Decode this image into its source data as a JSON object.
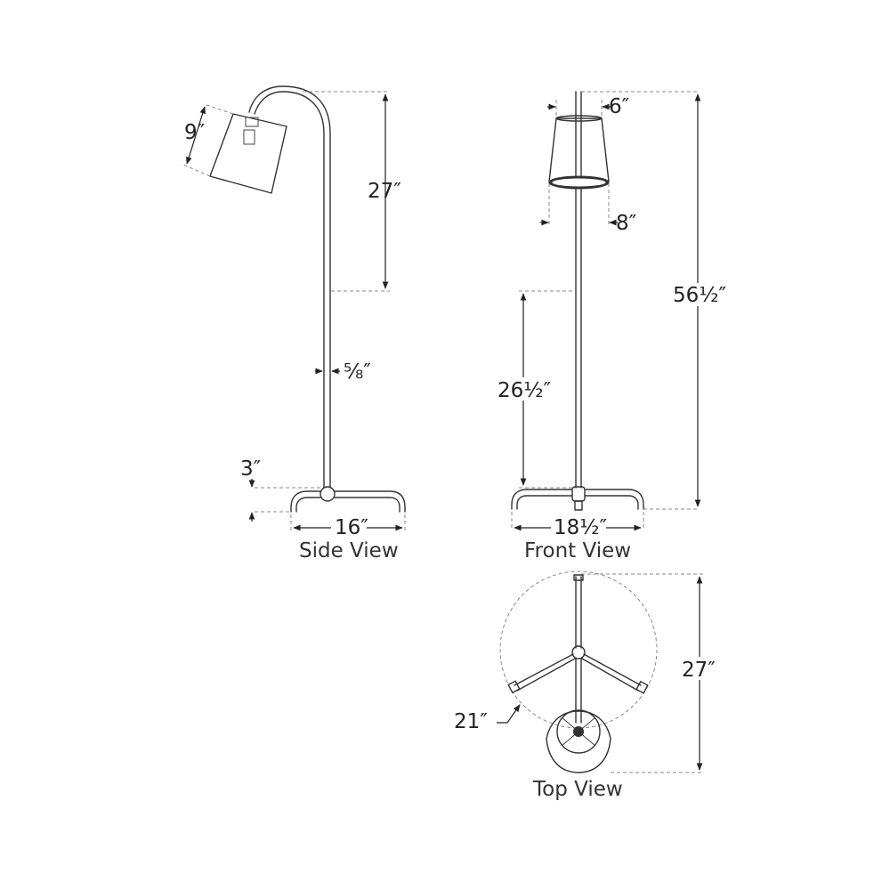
{
  "views": {
    "side": "Side View",
    "front": "Front View",
    "top": "Top View"
  },
  "dimensions": {
    "side_shade": "9″",
    "side_arm_drop": "27″",
    "side_stem": "⅝″",
    "side_foot": "3″",
    "side_width": "16″",
    "front_shade_top": "6″",
    "front_shade_bottom": "8″",
    "front_height": "56½″",
    "front_base_height": "26½″",
    "front_width": "18½″",
    "top_diameter": "21″",
    "top_depth": "27″"
  }
}
